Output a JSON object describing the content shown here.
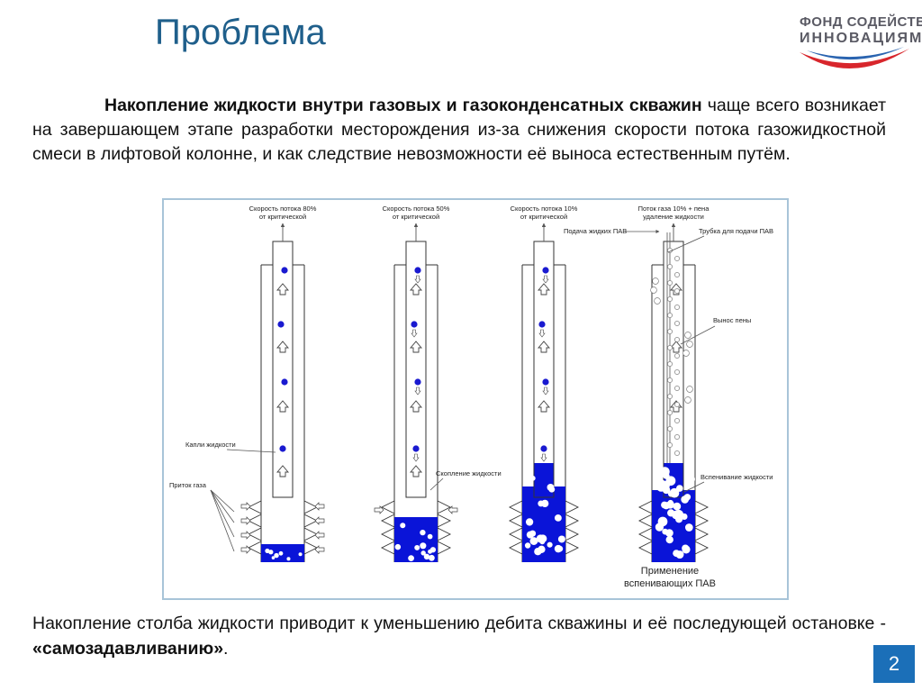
{
  "title": "Проблема",
  "logo": {
    "line1": "ФОНД СОДЕЙСТВИЯ",
    "line2": "ИННОВАЦИЯМ"
  },
  "paragraph1": {
    "lead": "Накопление жидкости внутри газовых и газоконденсатных скважин",
    "rest": " чаще всего возникает на завершающем этапе разработки месторождения из-за снижения скорости потока газожидкостной смеси в лифтовой колонне, и как следствие невозможности её выноса естественным путём."
  },
  "diagram": {
    "wells": [
      {
        "top_label_1": "Скорость потока 80%",
        "top_label_2": "от критической"
      },
      {
        "top_label_1": "Скорость потока 50%",
        "top_label_2": "от критической"
      },
      {
        "top_label_1": "Скорость потока 10%",
        "top_label_2": "от критической"
      },
      {
        "top_label_1": "Поток газа 10% + пена",
        "top_label_2": "удаление жидкости"
      }
    ],
    "labels": {
      "droplets": "Капли жидкости",
      "gas_inflow": "Приток газа",
      "liquid_accumulation": "Скопление жидкости",
      "surfactant_feed": "Подача жидких ПАВ",
      "surfactant_tube": "Трубка для подачи ПАВ",
      "foam_removal": "Вынос пены",
      "liquid_foaming": "Вспенивание  жидкости",
      "application_1": "Применение",
      "application_2": "вспенивающих ПАВ"
    },
    "colors": {
      "liquid": "#0a14d8",
      "droplet": "#1a1ad0",
      "frame": "#a8c4d8"
    }
  },
  "paragraph2": {
    "text": "Накопление столба жидкости приводит к уменьшению дебита скважины и её последующей остановке - ",
    "strong": "«самозадавливанию»",
    "tail": "."
  },
  "page_number": "2"
}
